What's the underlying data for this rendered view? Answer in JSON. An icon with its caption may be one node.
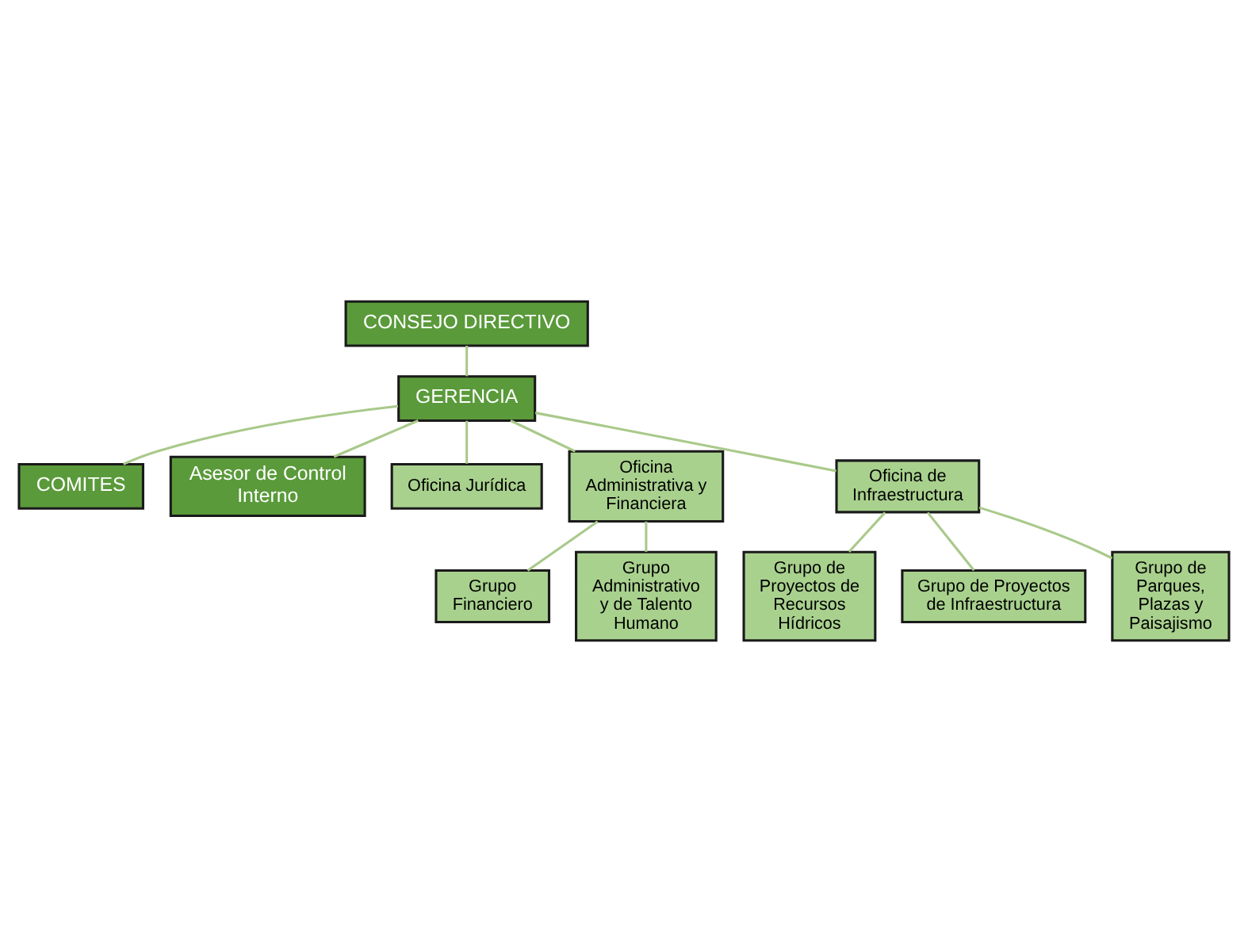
{
  "diagram": {
    "nodes": [
      {
        "text": [
          "CONSEJO DIRECTIVO"
        ]
      },
      {
        "text": [
          "GERENCIA"
        ]
      },
      {
        "text": [
          "COMITES"
        ]
      },
      {
        "text": [
          "Asesor de Control Interno"
        ]
      },
      {
        "text": [
          "Oficina Jurídica"
        ]
      },
      {
        "text": [
          "Oficina Administrativa y Financiera"
        ]
      },
      {
        "text": [
          "Oficina de Infraestructura"
        ]
      },
      {
        "text": [
          "Grupo Financiero"
        ]
      },
      {
        "text": [
          "Grupo Administrativo y de Talento Humano"
        ]
      },
      {
        "text": [
          "Grupo de Proyectos de Recursos Hídricos"
        ]
      },
      {
        "text": [
          "Grupo de Proyectos de Infraestructura"
        ]
      },
      {
        "text": [
          "Grupo de Parques, Plazas y Paisajismo"
        ]
      }
    ],
    "edges": [
      {
        "from": 0,
        "to": 1,
        "arrow": "none"
      },
      {
        "from": 1,
        "to": 2,
        "arrow": "none"
      },
      {
        "from": 1,
        "to": 3,
        "arrow": "none"
      },
      {
        "from": 1,
        "to": 4,
        "arrow": "none"
      },
      {
        "from": 1,
        "to": 5,
        "arrow": "none"
      },
      {
        "from": 1,
        "to": 6,
        "arrow": "none"
      },
      {
        "from": 5,
        "to": 7,
        "arrow": "none"
      },
      {
        "from": 5,
        "to": 8,
        "arrow": "none"
      },
      {
        "from": 6,
        "to": 9,
        "arrow": "none"
      },
      {
        "from": 6,
        "to": 10,
        "arrow": "none"
      },
      {
        "from": 6,
        "to": 11,
        "arrow": "none"
      }
    ]
  }
}
